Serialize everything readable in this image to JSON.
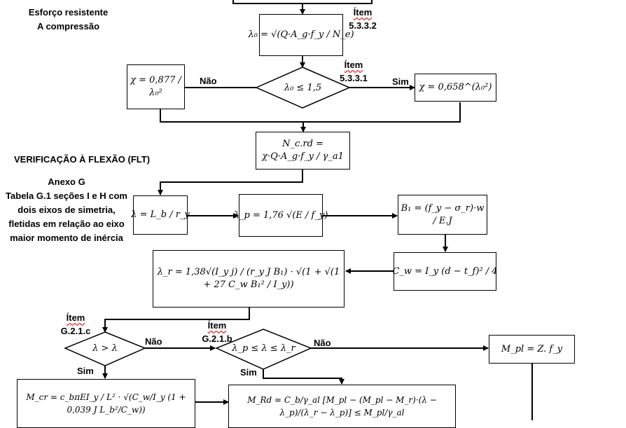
{
  "left_notes": {
    "compression_title": "Esforço resistente\nA compressão",
    "flexure_title": "VERIFICAÇÃO À FLEXÃO (FLT)",
    "annex_title": "Anexo G\nTabela G.1 seções I e H com\ndois eixos de simetria,\nfletidas em relação ao eixo\nmaior momento de inércia"
  },
  "item_refs": {
    "item_5332": {
      "word": "Ítem",
      "code": "5.3.3.2"
    },
    "item_5331": {
      "word": "Ítem",
      "code": "5.3.3.1"
    },
    "item_g21c": {
      "word": "Ítem",
      "code": "G.2.1.c"
    },
    "item_g21b": {
      "word": "Ítem",
      "code": "G.2.1.b"
    }
  },
  "branch_labels": {
    "nao_1": "Não",
    "sim_1": "Sim",
    "nao_2": "Não",
    "sim_2": "Sim",
    "nao_3": "Não",
    "sim_3": "Sim"
  },
  "formulas": {
    "lambda0": "λ₀ = √(Q·A_g·f_y / N_e)",
    "chi_nao": "χ = 0,877 / λ₀²",
    "lambda0_cond": "λ₀ ≤ 1,5",
    "chi_sim": "χ = 0,658^(λ₀²)",
    "ncrd": "N_c.rd = χ·Q·A_g·f_y / γ_a1",
    "lambda": "λ = L_b / r_y",
    "lambda_p": "λ_p = 1,76 √(E / f_y)",
    "b1": "B₁ = (f_y − σ_r)·w / E.J",
    "cw": "C_w = I_y (d − t_f)² / 4",
    "lambda_r": "λ_r = 1,38√(I_y j) / (r_y J B₁) · √(1 + √(1 + 27 C_w B₁² / I_y))",
    "cond_lambda": "λ > λ",
    "cond_lambda_range": "λ_p ≤ λ ≤ λ_r",
    "mpl": "M_pl = Z. f_y",
    "mcr": "M_cr = c_bπEI_y / L² · √(C_w/I_y (1 + 0,039 J L_b²/C_w))",
    "mrd": "M_Rd = C_b/γ_al [M_pl − (M_pl − M_r)·(λ − λ_p)/(λ_r − λ_p)] ≤ M_pl/γ_al"
  }
}
